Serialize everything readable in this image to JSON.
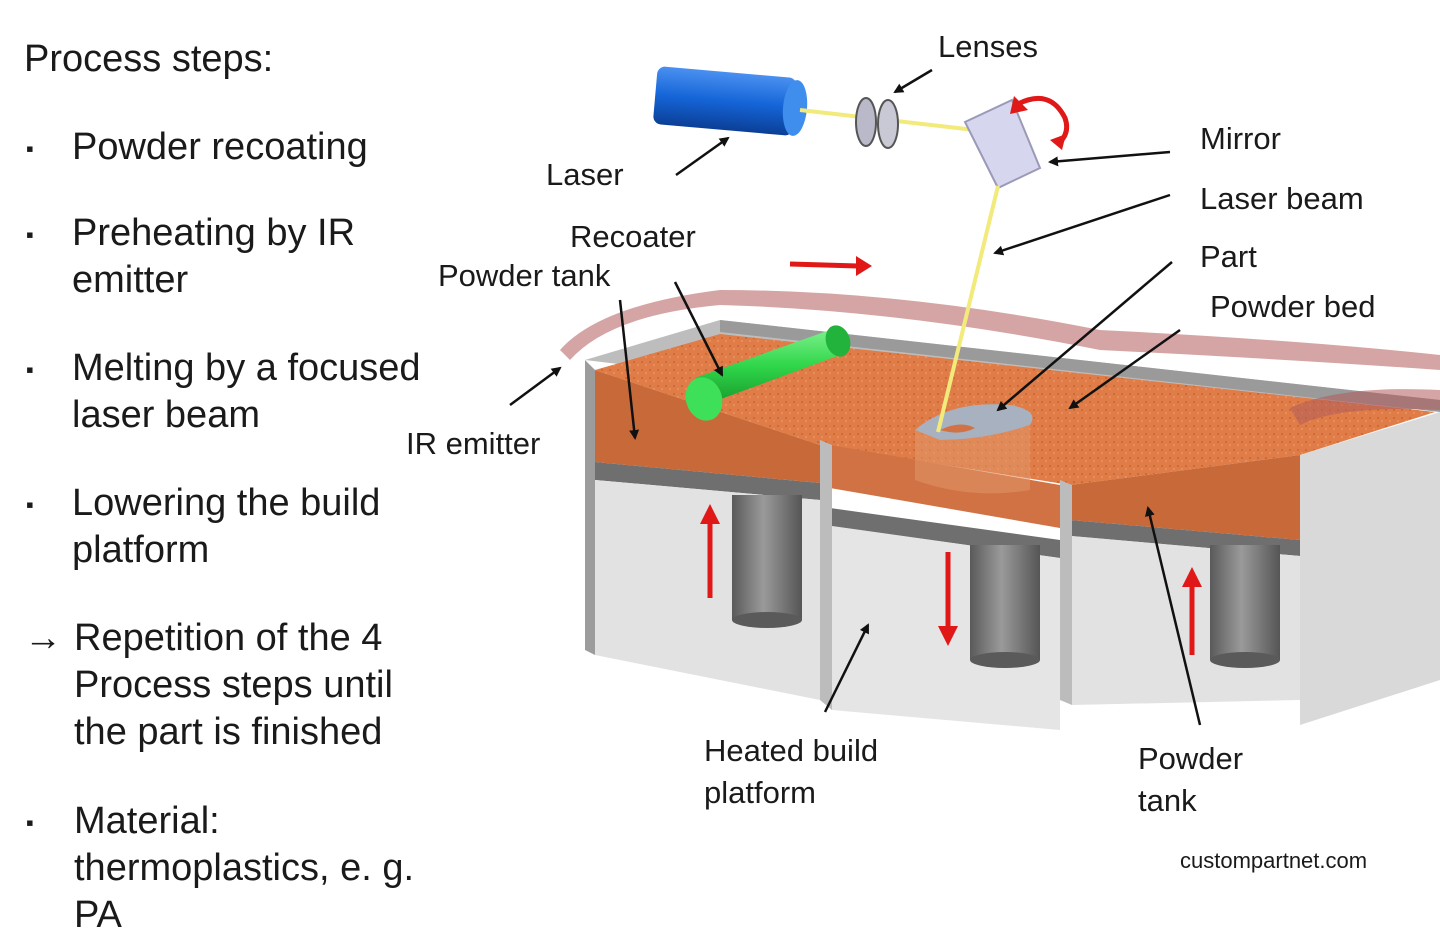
{
  "left": {
    "heading": "Process steps:",
    "bullet_glyph": "▪",
    "arrow_glyph": "→",
    "steps": [
      {
        "line1": "Powder recoating",
        "line2": ""
      },
      {
        "line1": "Preheating by IR",
        "line2": "emitter"
      },
      {
        "line1": "Melting by a focused",
        "line2": "laser beam"
      },
      {
        "line1": "Lowering the build",
        "line2": "platform"
      }
    ],
    "repetition": {
      "line1": "Repetition of the 4",
      "line2": "Process steps until",
      "line3": "the part is finished"
    },
    "material": {
      "line1": "Material:",
      "line2": "thermoplastics, e. g.",
      "line3": "PA"
    }
  },
  "labels": {
    "lenses": "Lenses",
    "laser": "Laser",
    "mirror": "Mirror",
    "laser_beam": "Laser beam",
    "recoater": "Recoater",
    "powder_tank_top": "Powder tank",
    "part": "Part",
    "powder_bed": "Powder bed",
    "ir_emitter": "IR emitter",
    "heated_platform_1": "Heated build",
    "heated_platform_2": "platform",
    "powder_tank_bottom_1": "Powder",
    "powder_tank_bottom_2": "tank"
  },
  "credit": "custompartnet.com",
  "colors": {
    "laser_body": "#1565d8",
    "beam": "#f2ea7a",
    "mirror": "#d6d6ee",
    "recoater": "#2fd64a",
    "powder": "#df7c47",
    "powder_dark": "#b7562a",
    "wall_light": "#e2e2e2",
    "wall_mid": "#bcbcbc",
    "wall_dark": "#6f6f6f",
    "cylinder": "#7c7c7c",
    "motion_arrow": "#e01818",
    "pointer": "#111111",
    "ir_dots": "#b35b5b"
  }
}
